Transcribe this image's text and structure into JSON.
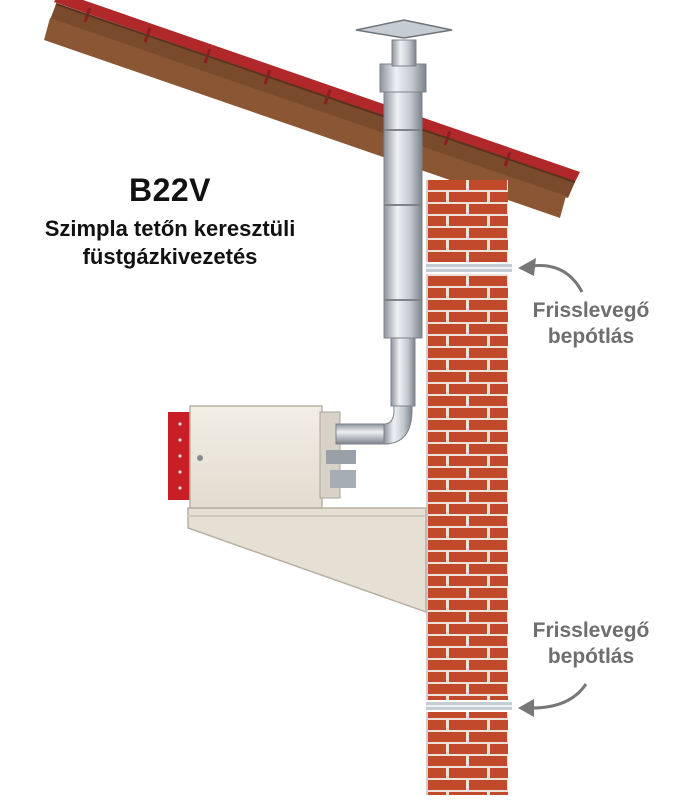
{
  "diagram": {
    "title": "B22V",
    "subtitle_line1": "Szimpla tetőn keresztüli",
    "subtitle_line2": "füstgázkivezetés",
    "annotations": {
      "upper": {
        "line1": "Frisslevegő",
        "line2": "bepótlás"
      },
      "lower": {
        "line1": "Frisslevegő",
        "line2": "bepótlás"
      }
    },
    "colors": {
      "roof_tiles": "#b0282a",
      "roof_board": "#7a4a2c",
      "brick": "#c24a2c",
      "mortar": "#ece2da",
      "flue_pipe": "#c8ccd2",
      "boiler": "#ebe6dc",
      "bracket": "#e6e0d4",
      "arrow": "#777777"
    }
  }
}
